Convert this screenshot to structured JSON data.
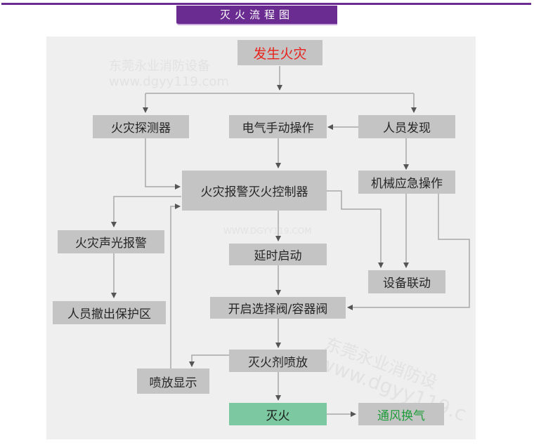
{
  "header": {
    "title": "灭火流程图"
  },
  "colors": {
    "accent": "#6a2c91",
    "node": "#c4c4c4",
    "start_text": "#e8231d",
    "end_node": "#7cc8a0",
    "vent_text": "#1f9c3b"
  },
  "watermarks": {
    "company": "东莞永业消防设备",
    "url_1": "www.dgyy119.com",
    "url_2": "WWW.DGYY119.COM",
    "company_2": "东莞永业消防设",
    "url_3": "www.dgyy119.c"
  },
  "nodes": {
    "fire_occurs": "发生火灾",
    "fire_detector": "火灾探测器",
    "electric_manual": "电气手动操作",
    "personnel_discover": "人员发现",
    "controller": "火灾报警灭火控制器",
    "mechanical_emergency": "机械应急操作",
    "sound_light_alarm": "火灾声光报警",
    "delay_start": "延时启动",
    "equipment_linkage": "设备联动",
    "evacuate": "人员撤出保护区",
    "open_valve": "开启选择阀/容器阀",
    "agent_release": "灭火剂喷放",
    "release_display": "喷放显示",
    "extinguished": "灭火",
    "ventilation": "通风换气"
  }
}
